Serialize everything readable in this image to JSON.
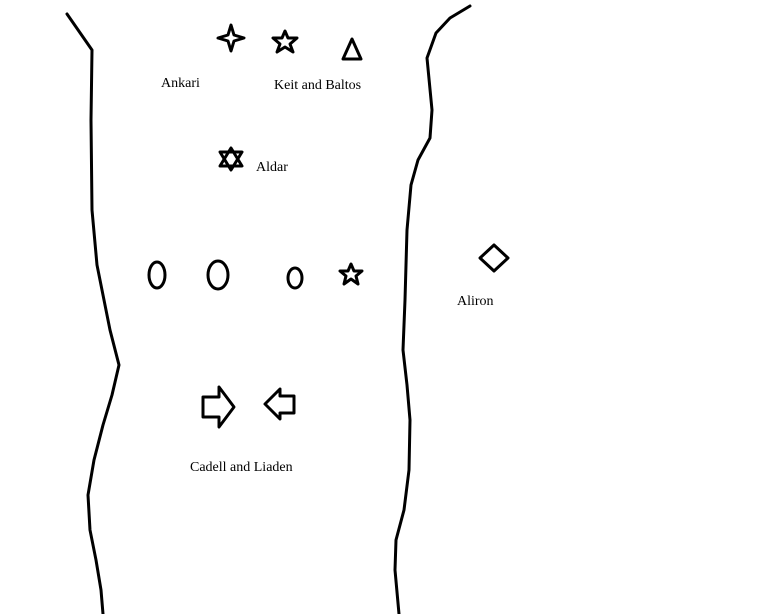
{
  "labels": {
    "ankari": "Ankari",
    "keit_and_baltos": "Keit and Baltos",
    "aldar": "Aldar",
    "aliron": "Aliron",
    "cadell_and_liaden": "Cadell and Liaden"
  },
  "colors": {
    "background": "#ffffff",
    "ink": "#000000"
  },
  "symbols": [
    "four-point-star-icon",
    "five-point-star-icon",
    "triangle-icon",
    "six-point-star-icon",
    "oval-icon",
    "diamond-icon",
    "arrow-right-icon",
    "arrow-left-icon"
  ]
}
